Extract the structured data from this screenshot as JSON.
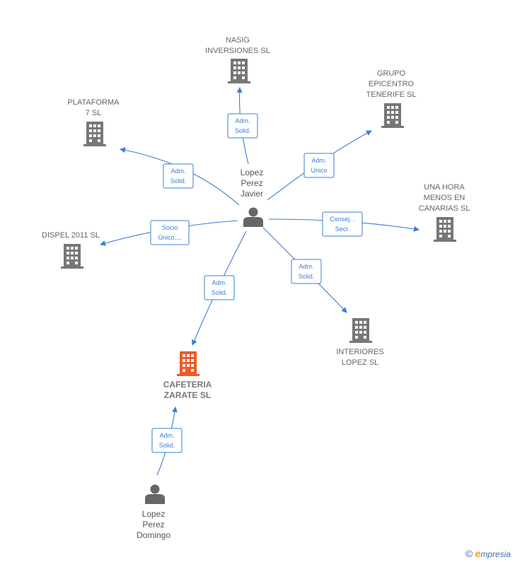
{
  "colors": {
    "edge": "#3a7fd0",
    "company": "#777777",
    "main_company": "#f05a28",
    "person": "#666666"
  },
  "nodes": {
    "nasig": [
      "NASIG",
      "INVERSIONES SL"
    ],
    "grupo": [
      "GRUPO",
      "EPICENTRO",
      "TENERIFE SL"
    ],
    "plataforma": [
      "PLATAFORMA",
      "7 SL"
    ],
    "unahora": [
      "UNA HORA",
      "MENOS EN",
      "CANARIAS SL"
    ],
    "dispel": [
      "DISPEL 2011 SL"
    ],
    "interiores": [
      "INTERIORES",
      "LOPEZ SL"
    ],
    "cafeteria": [
      "CAFETERIA",
      "ZARATE SL"
    ],
    "javier": [
      "Lopez",
      "Perez",
      "Javier"
    ],
    "domingo": [
      "Lopez",
      "Perez",
      "Domingo"
    ]
  },
  "edges": {
    "nasig": [
      "Adm.",
      "Solid."
    ],
    "grupo": [
      "Adm.",
      "Unico"
    ],
    "plataforma": [
      "Adm.",
      "Solid."
    ],
    "unahora": [
      "Consej. .",
      "Secr."
    ],
    "dispel": [
      "Socio",
      "Único,..."
    ],
    "interiores": [
      "Adm.",
      "Solid."
    ],
    "cafeteria": [
      "Adm.",
      "Solid."
    ],
    "domingo": [
      "Adm.",
      "Solid."
    ]
  },
  "brand": {
    "copyright": "©",
    "e": "e",
    "name": "mpresia"
  }
}
